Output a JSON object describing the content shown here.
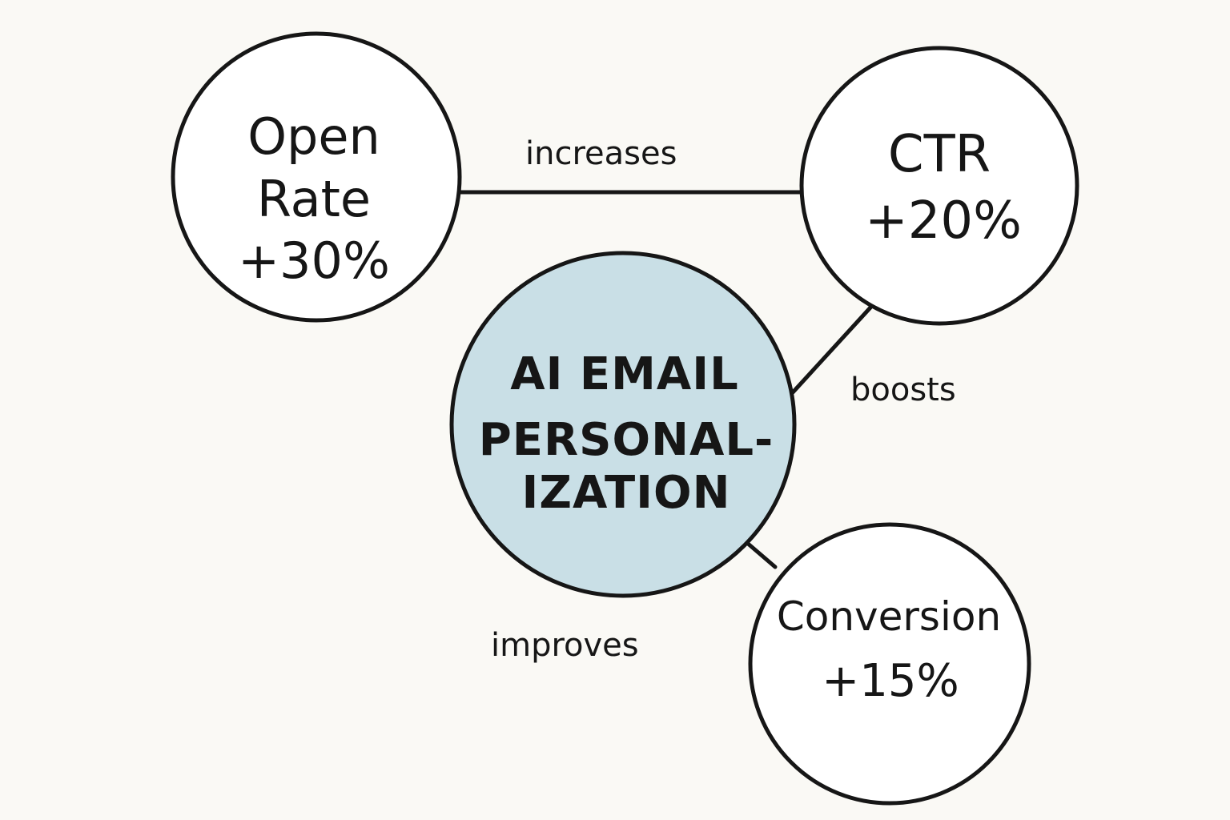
{
  "colors": {
    "background": "#faf9f5",
    "stroke": "#161616",
    "center_fill": "#c9dfe6",
    "node_fill": "#ffffff"
  },
  "nodes": {
    "center": {
      "lines": [
        "AI EMAIL",
        "PERSONAL-",
        "IZATION"
      ]
    },
    "open_rate": {
      "lines": [
        "Open",
        "Rate",
        "+30%"
      ]
    },
    "ctr": {
      "lines": [
        "CTR",
        "+20%"
      ]
    },
    "conversion": {
      "lines": [
        "Conversion",
        "+15%"
      ]
    }
  },
  "edges": {
    "increases": "increases",
    "boosts": "boosts",
    "improves": "improves"
  }
}
